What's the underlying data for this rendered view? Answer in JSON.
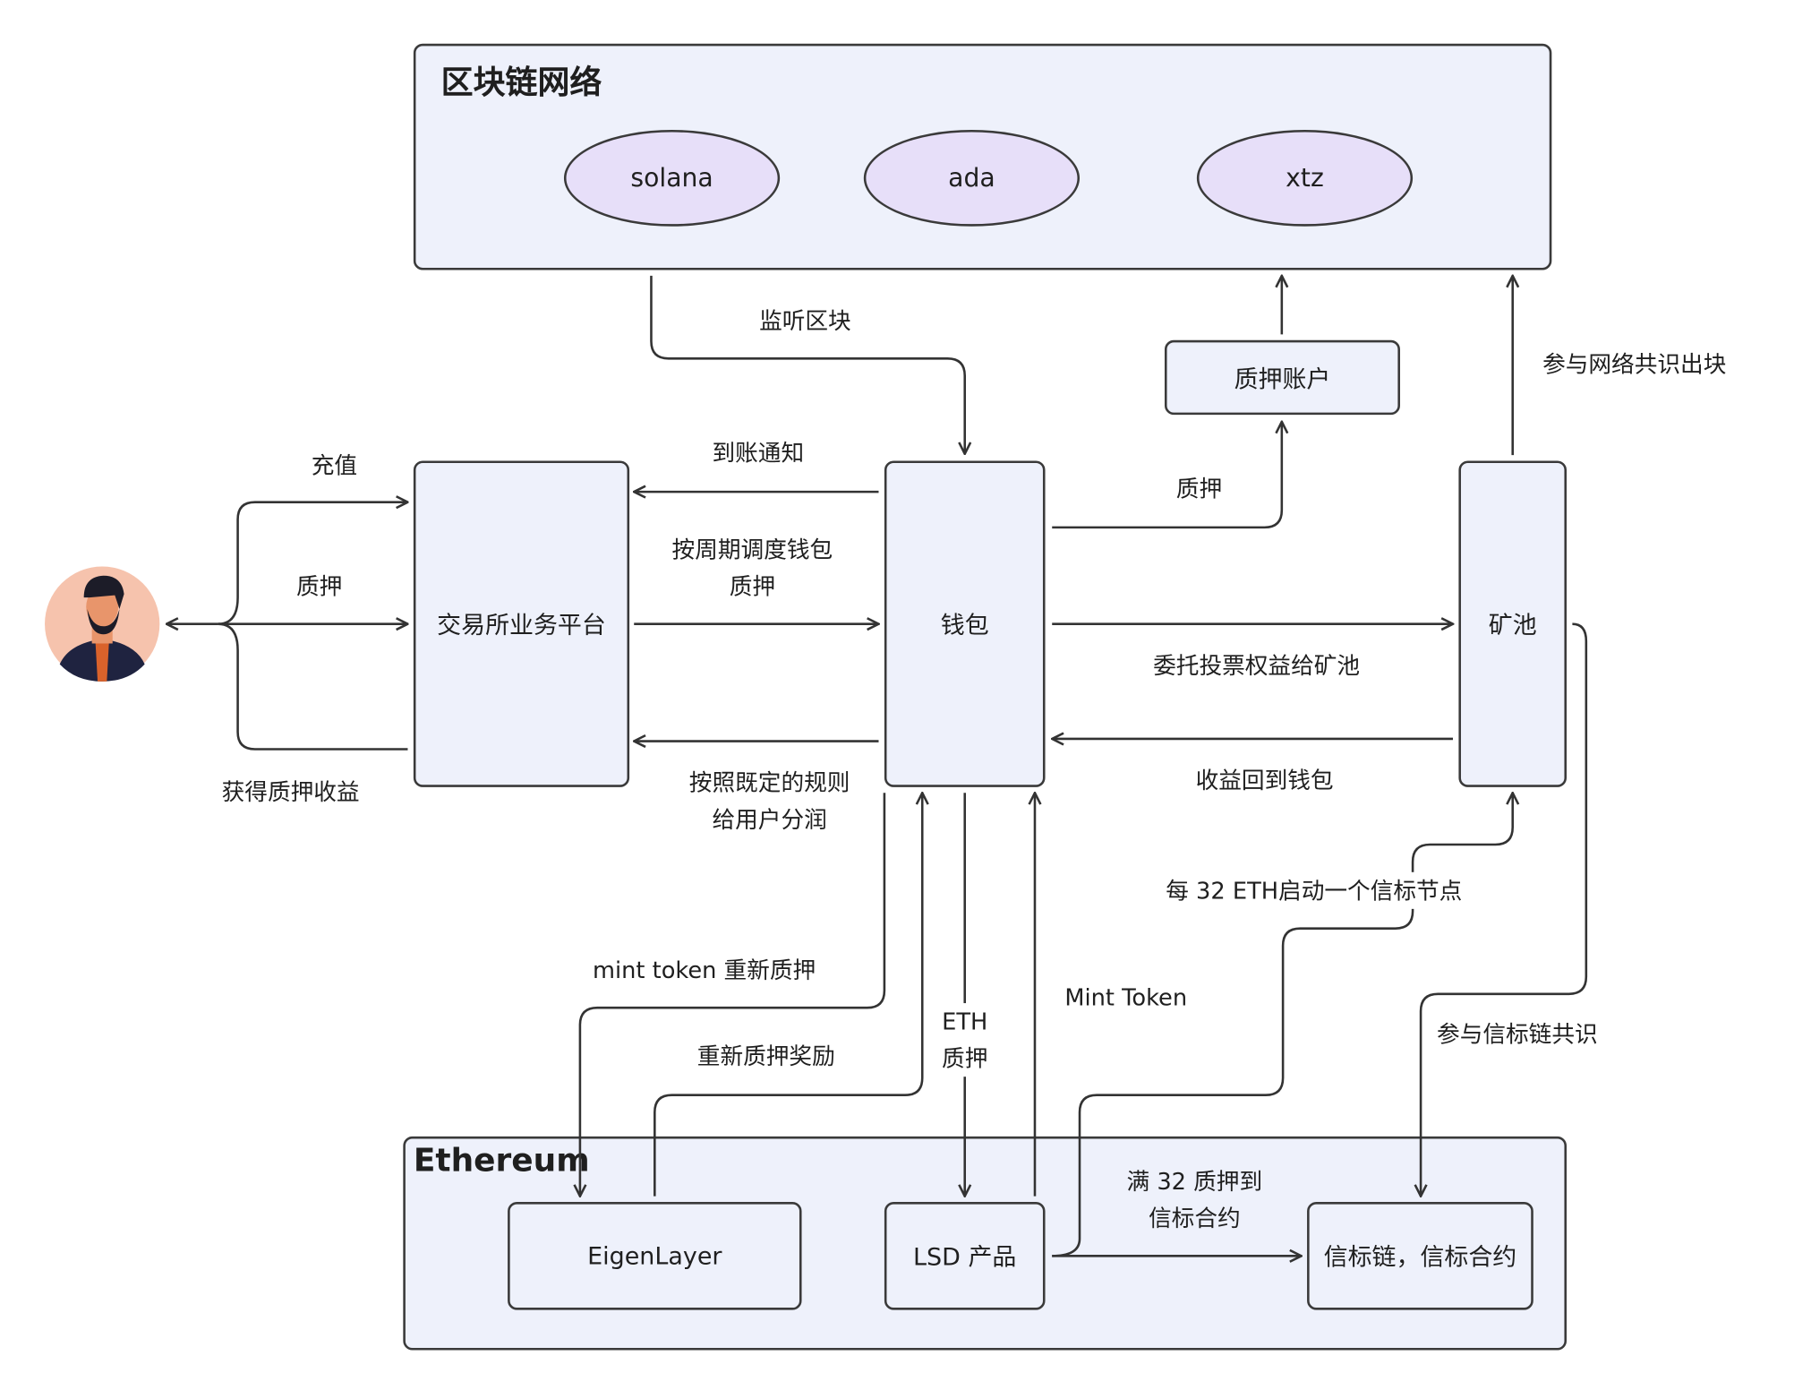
{
  "groups": {
    "blockchain": "区块链网络",
    "ethereum": "Ethereum"
  },
  "chains": [
    "solana",
    "ada",
    "xtz"
  ],
  "nodes": {
    "exchange": "交易所业务平台",
    "wallet": "钱包",
    "pool": "矿池",
    "staking_account": "质押账户",
    "eigenlayer": "EigenLayer",
    "lsd": "LSD 产品",
    "beacon": "信标链，信标合约"
  },
  "labels": {
    "deposit": "充值",
    "stake_user": "质押",
    "earn": "获得质押收益",
    "listen": "监听区块",
    "arrival": "到账通知",
    "schedule": "按周期调度钱包\n质押",
    "distribute": "按照既定的规则\n给用户分润",
    "stake_wallet": "质押",
    "delegate": "委托投票权益给矿池",
    "returns": "收益回到钱包",
    "consensus": "参与网络共识出块",
    "beacon_node": "每 32 ETH启动一个信标节点",
    "beacon_consensus": "参与信标链共识",
    "mint_restake": "mint token 重新质押",
    "restake_reward": "重新质押奖励",
    "eth_stake": "ETH\n质押",
    "mint_token": "Mint Token",
    "full32": "满 32 质押到\n信标合约"
  }
}
